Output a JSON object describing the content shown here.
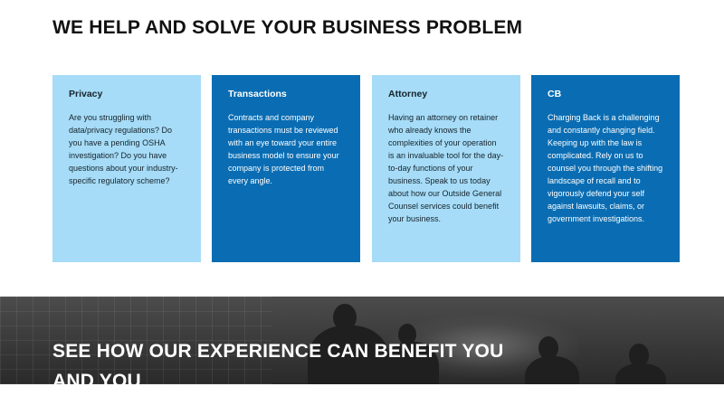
{
  "section": {
    "heading": "WE HELP AND SOLVE YOUR BUSINESS PROBLEM"
  },
  "cards": [
    {
      "title": "Privacy",
      "body": "Are you struggling with data/privacy regulations? Do you have a pending OSHA investigation? Do you have questions about your industry-specific regulatory scheme?"
    },
    {
      "title": "Transactions",
      "body": "Contracts and company transactions must be reviewed with an eye toward your entire business model to ensure your company is protected from every angle."
    },
    {
      "title": "Attorney",
      "body": "Having an attorney on retainer who already knows the complexities of your operation is an invaluable tool for the day-to-day functions of your business. Speak to us today about how our Outside General Counsel services could benefit your business."
    },
    {
      "title": "CB",
      "body": "Charging Back is a challenging and constantly changing field. Keeping up with the law is complicated. Rely on us to counsel you through the shifting landscape of recall and to vigorously defend your self against lawsuits, claims, or government investigations."
    }
  ],
  "band": {
    "title": "SEE HOW OUR EXPERIENCE CAN BENEFIT YOU AND YOU"
  },
  "colors": {
    "card_light": "#a6dcf7",
    "card_dark": "#0a6db3",
    "band_bg": "#3a3a3a"
  }
}
